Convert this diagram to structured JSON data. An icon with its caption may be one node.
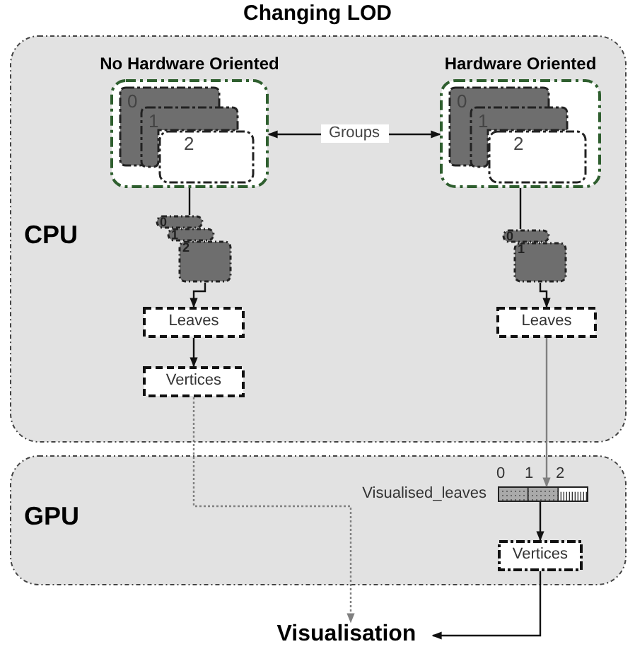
{
  "diagram": {
    "title": "Changing LOD",
    "nodes": [
      {
        "text": [
          "CPU"
        ]
      },
      {
        "text": [
          "GPU"
        ]
      },
      {
        "text": [
          "No Hardware Oriented"
        ],
        "in": 0
      },
      {
        "text": [
          "0"
        ],
        "in": 2
      },
      {
        "text": [
          "1"
        ],
        "in": 2
      },
      {
        "text": [
          "2"
        ],
        "in": 2
      },
      {
        "text": [
          "Hardware Oriented"
        ],
        "in": 0
      },
      {
        "text": [
          "0"
        ],
        "in": 6
      },
      {
        "text": [
          "1"
        ],
        "in": 6
      },
      {
        "text": [
          "2"
        ],
        "in": 6
      },
      {
        "text": [
          "0"
        ],
        "in": 0
      },
      {
        "text": [
          "1"
        ],
        "in": 0
      },
      {
        "text": [
          "2"
        ],
        "in": 0
      },
      {
        "text": [
          "0"
        ],
        "in": 0
      },
      {
        "text": [
          "1"
        ],
        "in": 0
      },
      {
        "text": [
          "Leaves"
        ],
        "in": 0
      },
      {
        "text": [
          "Leaves"
        ],
        "in": 0
      },
      {
        "text": [
          "Vertices"
        ],
        "in": 0
      },
      {
        "text": [],
        "shape": "bar",
        "beside": [
          "0",
          "1",
          "2",
          "Visualised_leaves"
        ],
        "in": 1
      },
      {
        "text": [
          "Vertices"
        ],
        "in": 1
      },
      {
        "text": [
          "Visualisation"
        ]
      }
    ],
    "edges": [
      {
        "from": 2,
        "to": 6,
        "label": "Groups",
        "arrow": "both"
      },
      {
        "from": 2,
        "to": 10,
        "arrow": "none"
      },
      {
        "from": 12,
        "to": 15,
        "arrow": "to"
      },
      {
        "from": 15,
        "to": 17,
        "arrow": "to"
      },
      {
        "from": 17,
        "to": 20,
        "arrow": "to",
        "style": "dashed",
        "color": "#808080"
      },
      {
        "from": 6,
        "to": 13,
        "arrow": "none"
      },
      {
        "from": 14,
        "to": 16,
        "arrow": "to"
      },
      {
        "from": 16,
        "to": 18,
        "arrow": "to",
        "color": "#808080"
      },
      {
        "from": 18,
        "to": 19,
        "arrow": "to"
      },
      {
        "from": 19,
        "to": 20,
        "arrow": "to"
      }
    ]
  }
}
